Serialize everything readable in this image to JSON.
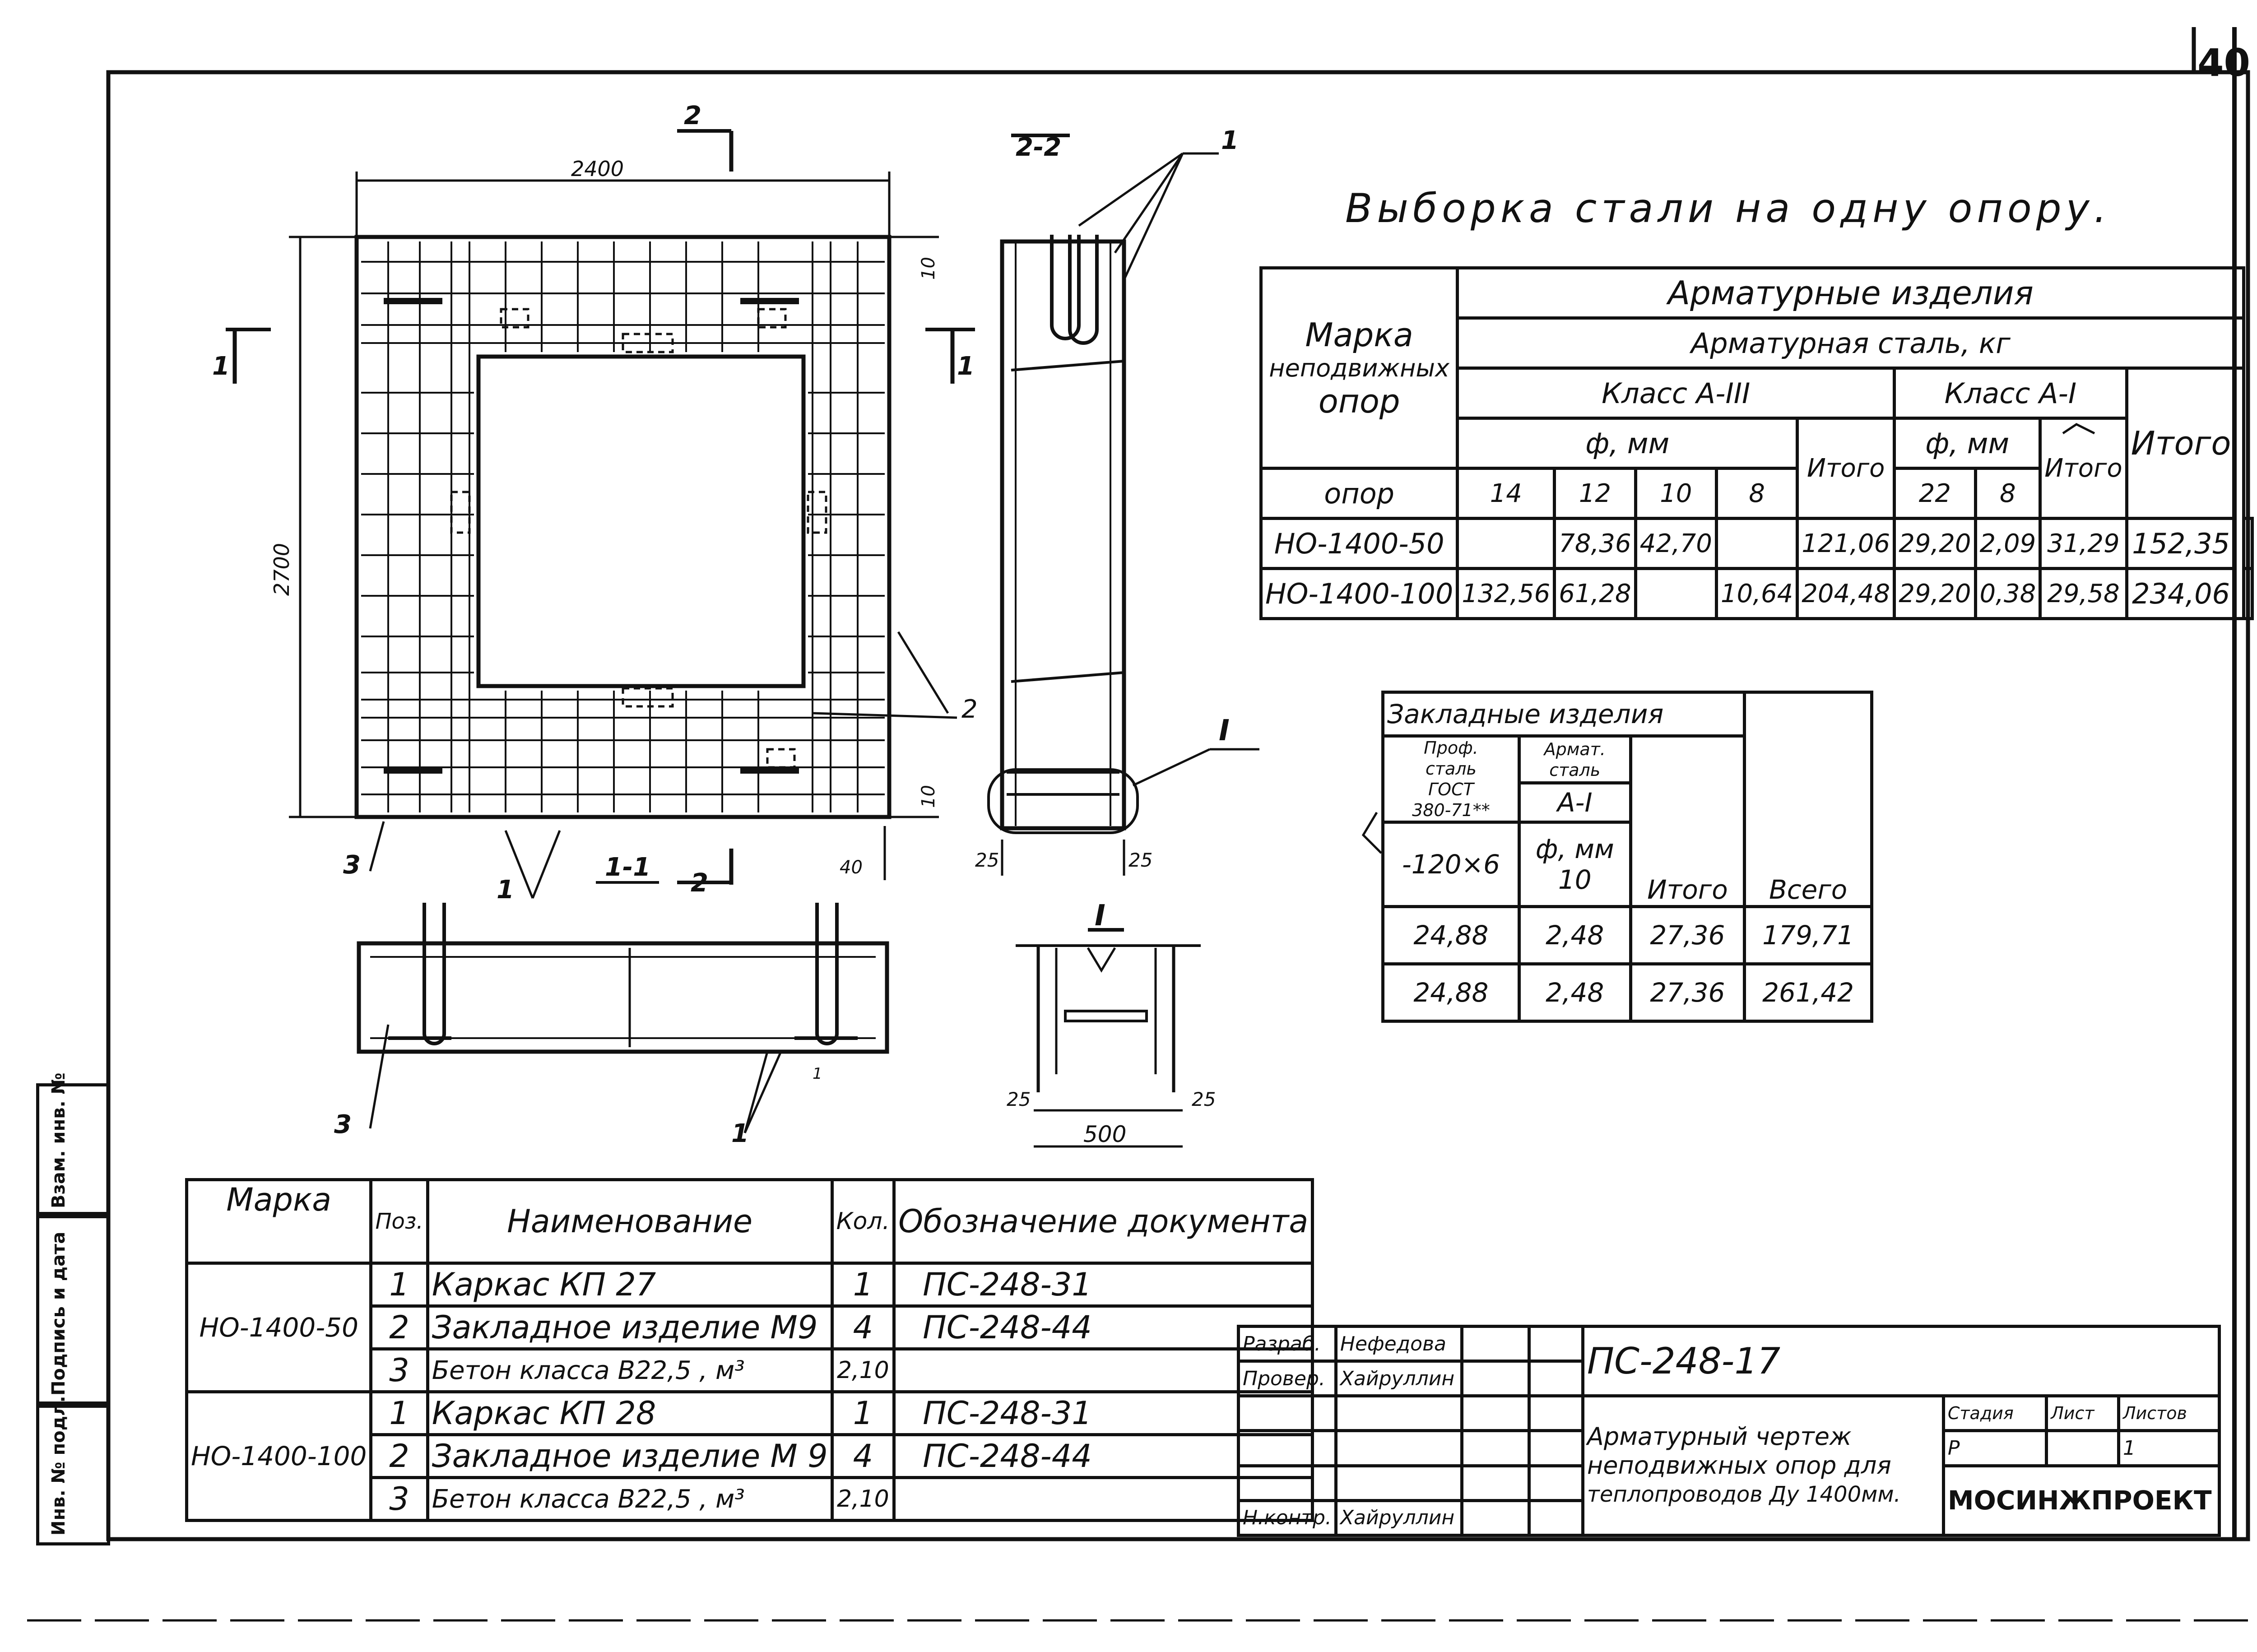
{
  "sheet_number": "40",
  "title": "Выборка стали на одну опору.",
  "drawing": {
    "plan": {
      "dim_width": "2400",
      "dim_height": "2700",
      "dim_10_top": "10",
      "dim_10_bottom": "10",
      "dim_40": "40",
      "section_2_top": "2",
      "section_2_bottom": "2",
      "section_1_left": "1",
      "section_1_right": "1",
      "caption": "1-1",
      "callout_1": "1",
      "callout_2": "2",
      "callout_3": "3"
    },
    "section_2_2": {
      "caption": "2-2",
      "callout_1": "1",
      "node_label": "I",
      "dim_left": "25",
      "dim_right": "25"
    },
    "section_1_1": {
      "callout_1": "1",
      "callout_3": "3",
      "small_1": "1"
    },
    "node_I": {
      "label": "I",
      "dim_left": "25",
      "dim_right": "25",
      "dim_total": "500"
    }
  },
  "steel_table": {
    "group_header": "Арматурные изделия",
    "subgroup_header": "Арматурная сталь, кг",
    "col_mark_lines": [
      "Марка",
      "неподвижных",
      "опор"
    ],
    "class_a3": "Класс А-III",
    "class_a1": "Класс А-I",
    "diam_label": "ф, мм",
    "a3_diameters": [
      "14",
      "12",
      "10",
      "8"
    ],
    "a1_diameters": [
      "22",
      "8"
    ],
    "itogo": "Итого",
    "rows": [
      {
        "mark": "НО-1400-50",
        "a3": [
          "",
          "78,36",
          "42,70",
          ""
        ],
        "a3_total": "121,06",
        "a1": [
          "29,20",
          "2,09"
        ],
        "a1_total": "31,29",
        "total": "152,35"
      },
      {
        "mark": "НО-1400-100",
        "a3": [
          "132,56",
          "61,28",
          "",
          "10,64"
        ],
        "a3_total": "204,48",
        "a1": [
          "29,20",
          "0,38"
        ],
        "a1_total": "29,58",
        "total": "234,06"
      }
    ]
  },
  "embed_table": {
    "header": "Закладные изделия",
    "prof_lines": [
      "Проф.",
      "сталь",
      "ГОСТ",
      "380-71**"
    ],
    "armat_lines": [
      "Армат.",
      "сталь"
    ],
    "armat_class": "А-I",
    "diam_label": "ф, мм",
    "prof_size": "-120×6",
    "diam_value": "10",
    "itogo": "Итого",
    "vsego": "Всего",
    "rows": [
      {
        "prof": "24,88",
        "armat": "2,48",
        "itogo": "27,36",
        "vsego": "179,71"
      },
      {
        "prof": "24,88",
        "armat": "2,48",
        "itogo": "27,36",
        "vsego": "261,42"
      }
    ]
  },
  "spec_table": {
    "headers": [
      "Марка",
      "Поз.",
      "Наименование",
      "Кол.",
      "Обозначение документа"
    ],
    "groups": [
      {
        "mark": "НО-1400-50",
        "rows": [
          {
            "pos": "1",
            "name": "Каркас КП 27",
            "qty": "1",
            "doc": "ПС-248-31"
          },
          {
            "pos": "2",
            "name": "Закладное изделие М9",
            "qty": "4",
            "doc": "ПС-248-44"
          },
          {
            "pos": "3",
            "name": "Бетон класса В22,5 , м³",
            "qty": "2,10",
            "doc": ""
          }
        ]
      },
      {
        "mark": "НО-1400-100",
        "rows": [
          {
            "pos": "1",
            "name": "Каркас КП 28",
            "qty": "1",
            "doc": "ПС-248-31"
          },
          {
            "pos": "2",
            "name": "Закладное изделие М 9",
            "qty": "4",
            "doc": "ПС-248-44"
          },
          {
            "pos": "3",
            "name": "Бетон класса В22,5 , м³",
            "qty": "2,10",
            "doc": ""
          }
        ]
      }
    ]
  },
  "title_block": {
    "roles": [
      {
        "role": "Разраб.",
        "name": "Нефедова"
      },
      {
        "role": "Провер.",
        "name": "Хайруллин"
      },
      {
        "role": "",
        "name": ""
      },
      {
        "role": "",
        "name": ""
      },
      {
        "role": "Н.контр.",
        "name": "Хайруллин"
      }
    ],
    "doc_code": "ПС-248-17",
    "description_lines": [
      "Арматурный чертеж",
      "неподвижных опор для",
      "теплопроводов Ду 1400мм."
    ],
    "stage_label": "Стадия",
    "sheet_label": "Лист",
    "sheets_label": "Листов",
    "stage": "Р",
    "sheets": "1",
    "org": "МОСИНЖПРОЕКТ"
  },
  "side_stamp": {
    "inv_replace": "Взам. инв. №",
    "sign_date": "Подпись и дата",
    "inv_orig": "Инв. № подл."
  }
}
